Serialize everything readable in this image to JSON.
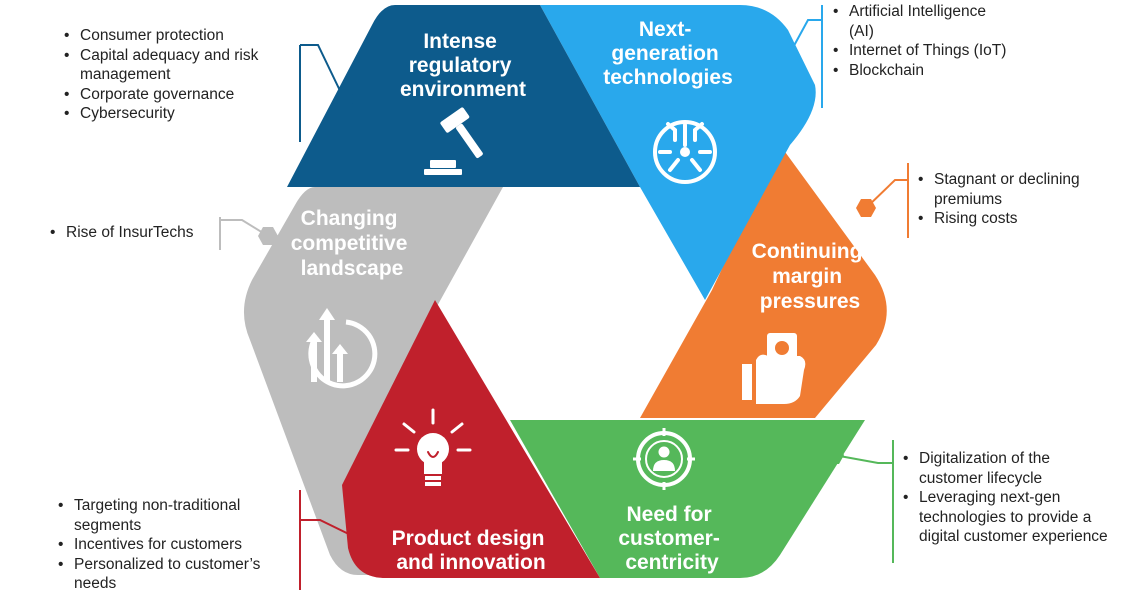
{
  "colors": {
    "regulatory": "#0d5b8c",
    "technology": "#29a8ec",
    "margin": "#f07c33",
    "customer": "#55b85a",
    "product": "#c0202c",
    "competitive": "#bdbdbd"
  },
  "segments": {
    "regulatory": {
      "title": [
        "Intense",
        "regulatory",
        "environment"
      ],
      "icon": "gavel-icon",
      "bullets": [
        "Consumer protection",
        "Capital adequacy and risk management",
        "Corporate governance",
        "Cybersecurity"
      ]
    },
    "technology": {
      "title": [
        "Next-",
        "generation",
        "technologies"
      ],
      "icon": "circuit-icon",
      "bullets": [
        "Artificial Intelligence (AI)",
        "Internet of Things (IoT)",
        "Blockchain"
      ]
    },
    "margin": {
      "title": [
        "Continuing",
        "margin",
        "pressures"
      ],
      "icon": "hand-money-icon",
      "bullets": [
        "Stagnant or declining premiums",
        "Rising costs"
      ]
    },
    "customer": {
      "title": [
        "Need for",
        "customer-",
        "centricity"
      ],
      "icon": "customer-target-icon",
      "bullets": [
        "Digitalization of the customer lifecycle",
        "Leveraging next-gen technologies to provide a digital customer experience"
      ]
    },
    "product": {
      "title": [
        "Product design",
        "and innovation"
      ],
      "icon": "lightbulb-icon",
      "bullets": [
        "Targeting non-traditional segments",
        "Incentives for customers",
        "Personalized to customer’s needs"
      ]
    },
    "competitive": {
      "title": [
        "Changing",
        "competitive",
        "landscape"
      ],
      "icon": "growth-arrows-icon",
      "bullets": [
        "Rise of InsurTechs"
      ]
    }
  }
}
